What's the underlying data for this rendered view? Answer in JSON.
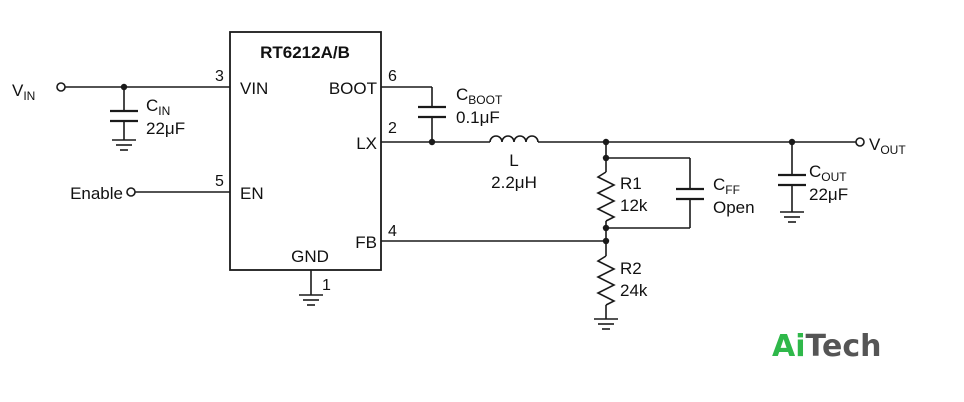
{
  "chip": {
    "part_number": "RT6212A/B",
    "pins": {
      "vin": {
        "number": "3",
        "name": "VIN"
      },
      "en": {
        "number": "5",
        "name": "EN"
      },
      "gnd": {
        "number": "1",
        "name": "GND"
      },
      "boot": {
        "number": "6",
        "name": "BOOT"
      },
      "lx": {
        "number": "2",
        "name": "LX"
      },
      "fb": {
        "number": "4",
        "name": "FB"
      }
    }
  },
  "ports": {
    "vin": {
      "main": "V",
      "sub": "IN"
    },
    "enable": {
      "label": "Enable"
    },
    "vout": {
      "main": "V",
      "sub": "OUT"
    }
  },
  "components": {
    "cin": {
      "main": "C",
      "sub": "IN",
      "value": "22μF"
    },
    "cboot": {
      "main": "C",
      "sub": "BOOT",
      "value": "0.1μF"
    },
    "l": {
      "name": "L",
      "value": "2.2μH"
    },
    "r1": {
      "name": "R1",
      "value": "12k"
    },
    "cff": {
      "main": "C",
      "sub": "FF",
      "value": "Open"
    },
    "cout": {
      "main": "C",
      "sub": "OUT",
      "value": "22μF"
    },
    "r2": {
      "name": "R2",
      "value": "24k"
    }
  },
  "logo": {
    "part1": "Ai",
    "part2": "Tech",
    "color1": "#2fb84a",
    "color2": "#555555"
  }
}
